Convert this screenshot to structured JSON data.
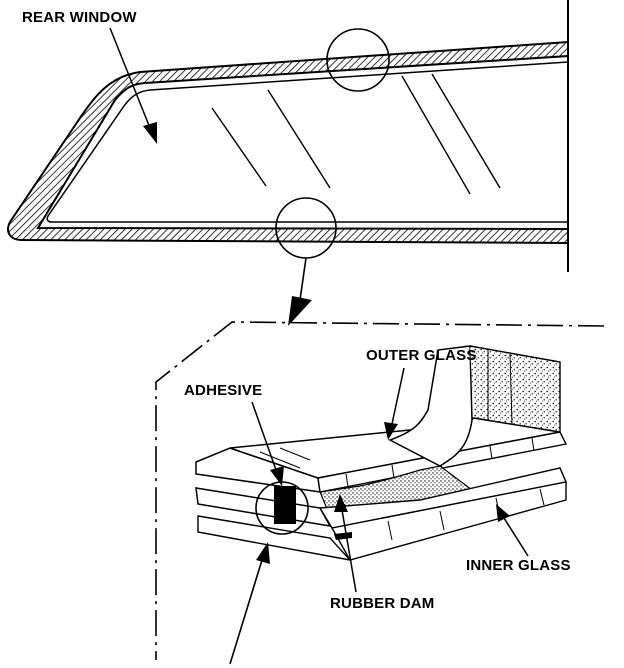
{
  "labels": {
    "rear_window": "REAR WINDOW",
    "outer_glass": "OUTER GLASS",
    "adhesive": "ADHESIVE",
    "inner_glass": "INNER GLASS",
    "rubber_dam": "RUBBER DAM"
  },
  "colors": {
    "ink": "#000000",
    "paper": "#ffffff"
  }
}
